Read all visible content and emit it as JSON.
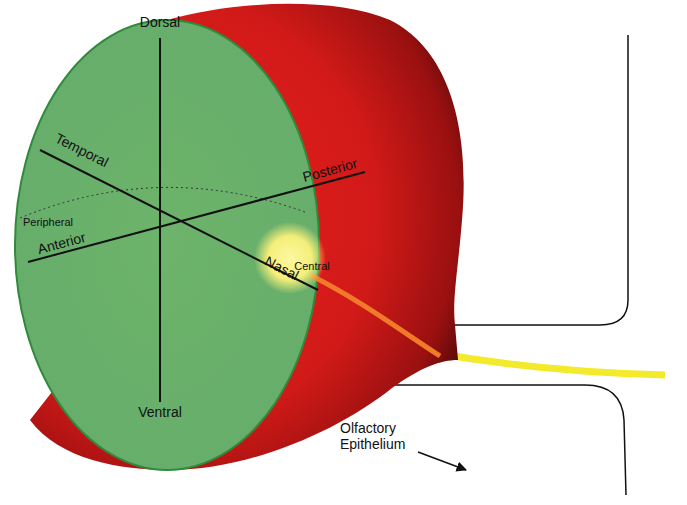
{
  "diagram": {
    "labels": [
      "Dorsal",
      "Temporal",
      "Posterior",
      "Peripheral",
      "Anterior",
      "Central",
      "Nasal",
      "Ventral",
      "Olfactory Epithelium"
    ]
  }
}
